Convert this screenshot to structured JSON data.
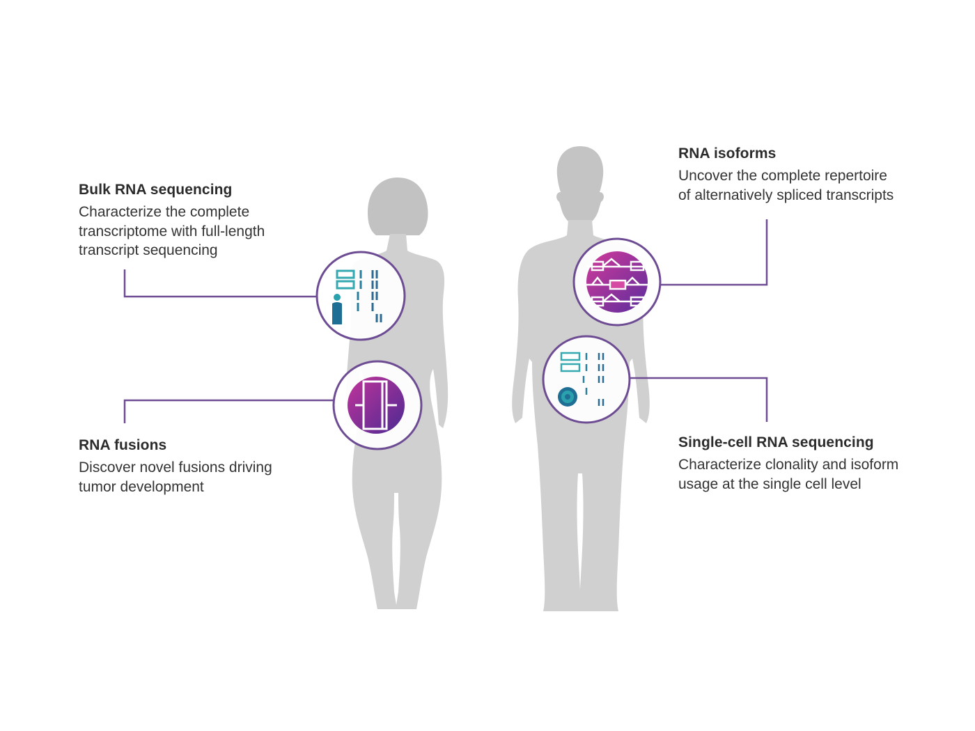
{
  "callouts": {
    "bulk": {
      "title": "Bulk RNA sequencing",
      "lines": [
        "Characterize the complete",
        "transcriptome with full-length",
        "transcript sequencing"
      ]
    },
    "fusions": {
      "title": "RNA fusions",
      "lines": [
        "Discover novel fusions driving",
        "tumor development"
      ]
    },
    "isoforms": {
      "title": "RNA isoforms",
      "lines": [
        "Uncover the complete repertoire",
        "of alternatively spliced transcripts"
      ]
    },
    "single_cell": {
      "title": "Single-cell RNA sequencing",
      "lines": [
        "Characterize clonality and isoform",
        "usage at the single cell level"
      ]
    }
  },
  "icons": {
    "bulk": "transcript-bars-with-person-icon",
    "fusions": "gene-fusion-icon",
    "isoforms": "splice-isoforms-icon",
    "single_cell": "transcript-bars-with-cell-icon"
  },
  "colors": {
    "connector": "#6d4c93",
    "ring": "#6d4c93",
    "silhouette": "#d0d0d0",
    "teal": "#2a9aa6",
    "magenta": "#c2349a",
    "purple": "#5b2e9a"
  }
}
